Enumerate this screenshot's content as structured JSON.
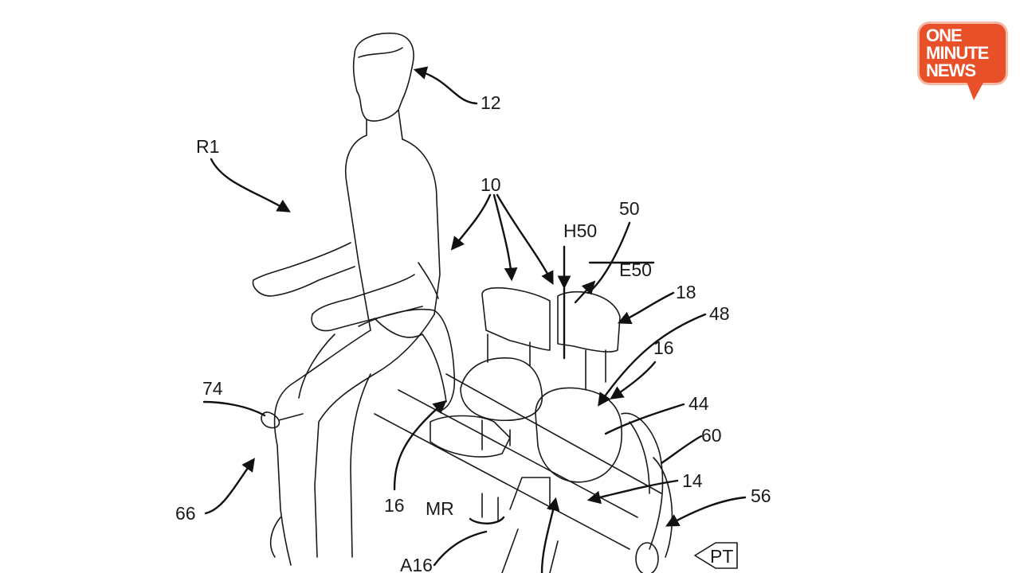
{
  "figure": {
    "labels": {
      "l12": "12",
      "lR1": "R1",
      "l10": "10",
      "l50": "50",
      "lH50": "H50",
      "lE50": "E50",
      "l18": "18",
      "l48": "48",
      "l16a": "16",
      "l44": "44",
      "l60": "60",
      "l14": "14",
      "l56": "56",
      "l74": "74",
      "l66": "66",
      "l16b": "16",
      "lMR": "MR",
      "lA16": "A16",
      "lPT": "PT"
    }
  },
  "logo": {
    "line1": "ONE",
    "line2": "MINUTE",
    "line3": "NEWS",
    "color": "#e8502a"
  }
}
